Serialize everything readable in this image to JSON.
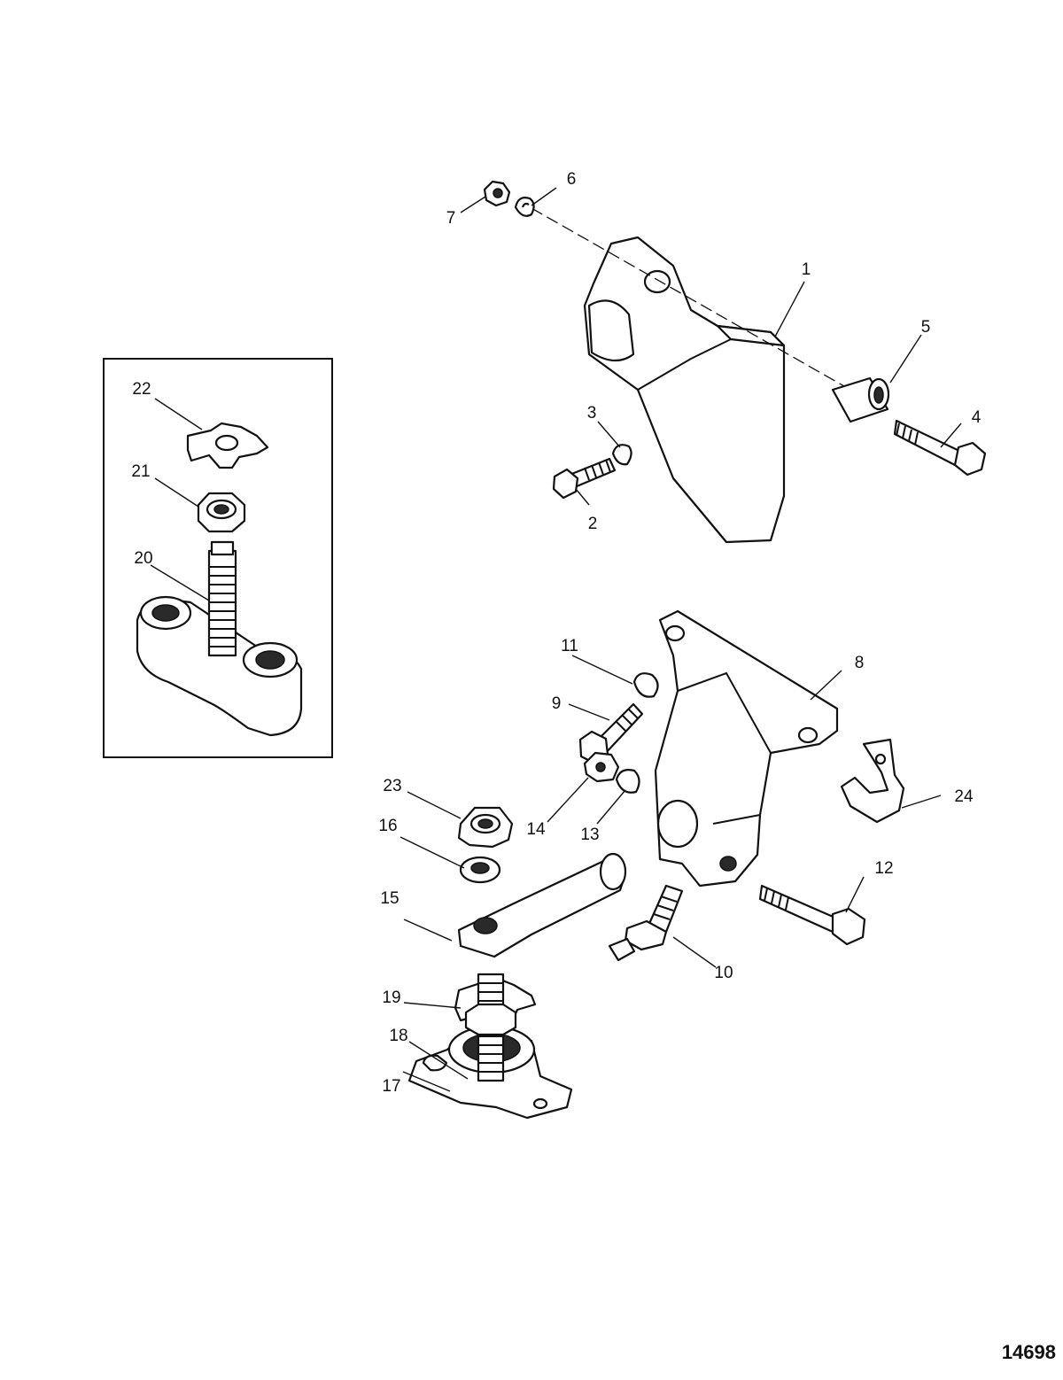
{
  "diagram": {
    "figure_number": "14698",
    "callouts": [
      "1",
      "2",
      "3",
      "4",
      "5",
      "6",
      "7",
      "8",
      "9",
      "10",
      "11",
      "12",
      "13",
      "14",
      "15",
      "16",
      "17",
      "18",
      "19",
      "20",
      "21",
      "22",
      "23",
      "24"
    ]
  }
}
